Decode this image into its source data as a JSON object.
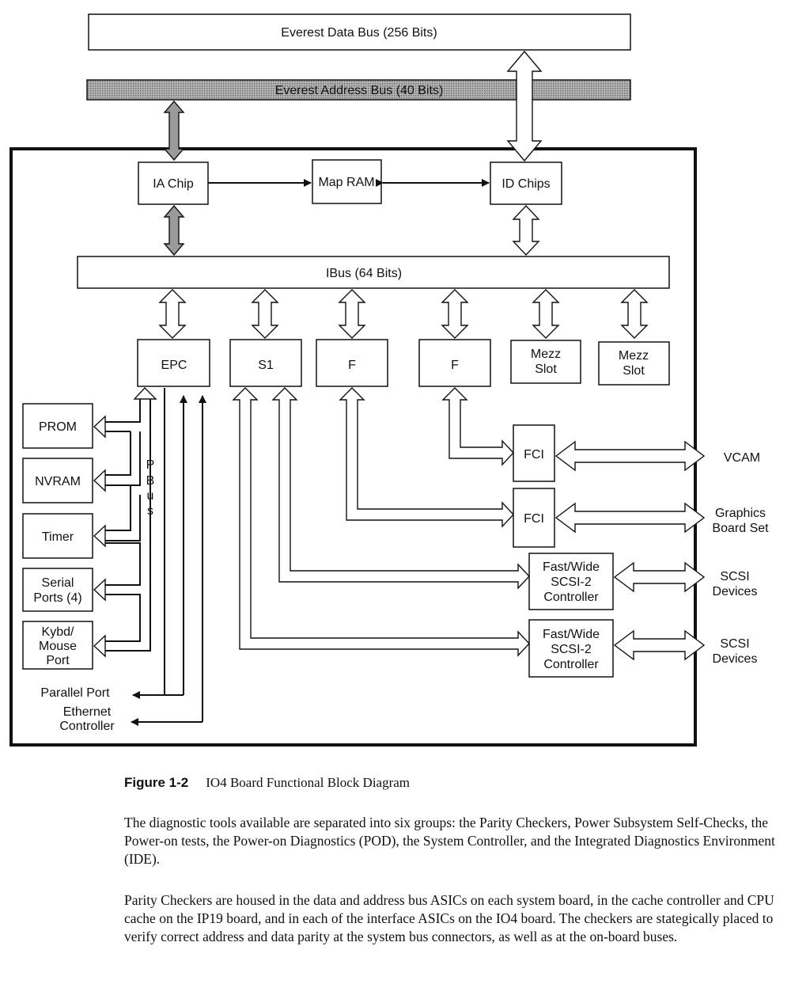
{
  "diagram": {
    "data_bus": "Everest Data Bus (256 Bits)",
    "address_bus": "Everest Address Bus (40 Bits)",
    "ia_chip": "IA Chip",
    "map_ram": "Map RAM",
    "id_chips": "ID Chips",
    "ibus": "IBus (64 Bits)",
    "epc": "EPC",
    "s1": "S1",
    "f1": "F",
    "f2": "F",
    "mezz1": [
      "Mezz",
      "Slot"
    ],
    "mezz2": [
      "Mezz",
      "Slot"
    ],
    "prom": "PROM",
    "nvram": "NVRAM",
    "timer": "Timer",
    "serial": [
      "Serial",
      "Ports (4)"
    ],
    "kybd": [
      "Kybd/",
      "Mouse",
      "Port"
    ],
    "pbus": [
      "P",
      "B",
      "u",
      "s"
    ],
    "parallel_port": "Parallel Port",
    "ethernet": [
      "Ethernet",
      "Controller"
    ],
    "fci1": "FCI",
    "fci2": "FCI",
    "scsi_ctrl1": [
      "Fast/Wide",
      "SCSI-2",
      "Controller"
    ],
    "scsi_ctrl2": [
      "Fast/Wide",
      "SCSI-2",
      "Controller"
    ],
    "vcam": "VCAM",
    "graphics": [
      "Graphics",
      "Board Set"
    ],
    "scsi_dev1": [
      "SCSI",
      "Devices"
    ],
    "scsi_dev2": [
      "SCSI",
      "Devices"
    ]
  },
  "caption": {
    "label": "Figure 1-2",
    "title": "IO4 Board Functional Block Diagram"
  },
  "paragraphs": [
    "The diagnostic tools available are separated into six groups: the Parity Checkers, Power Subsystem Self-Checks, the Power-on tests, the Power-on Diagnostics (POD), the System Controller, and the Integrated Diagnostics Environment (IDE).",
    "Parity Checkers are housed in the data and address bus ASICs on each system board, in the cache controller and CPU cache on the IP19 board, and in each of the interface ASICs on the IO4 board. The checkers are stategically placed to verify correct address and data parity at the system bus connectors, as well as at the on-board buses."
  ]
}
